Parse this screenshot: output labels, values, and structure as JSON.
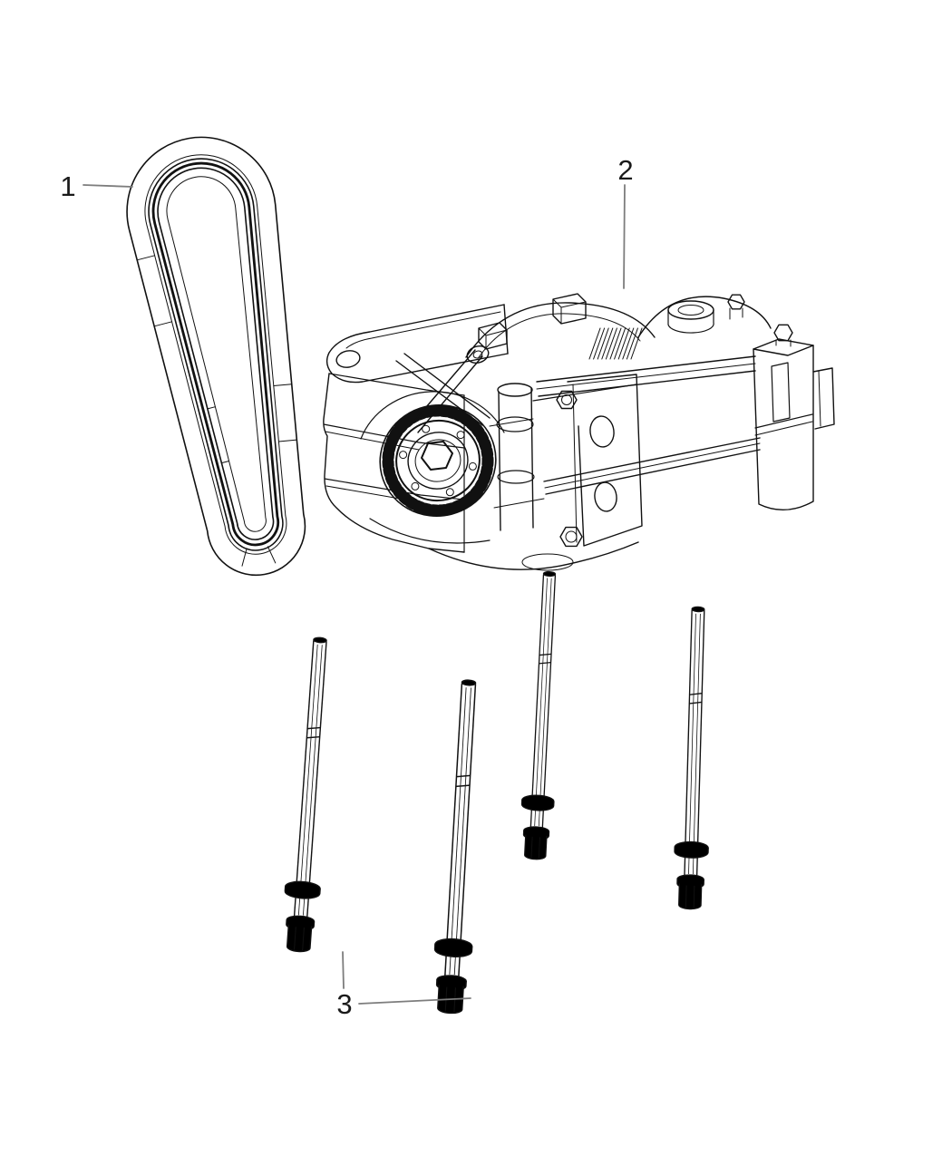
{
  "diagram": {
    "background_color": "#ffffff",
    "line_color": "#111111",
    "leader_line_color": "#7d7d7d",
    "label_color": "#1a1a1a",
    "callouts": [
      {
        "number": "1"
      },
      {
        "number": "2"
      },
      {
        "number": "3"
      }
    ]
  }
}
